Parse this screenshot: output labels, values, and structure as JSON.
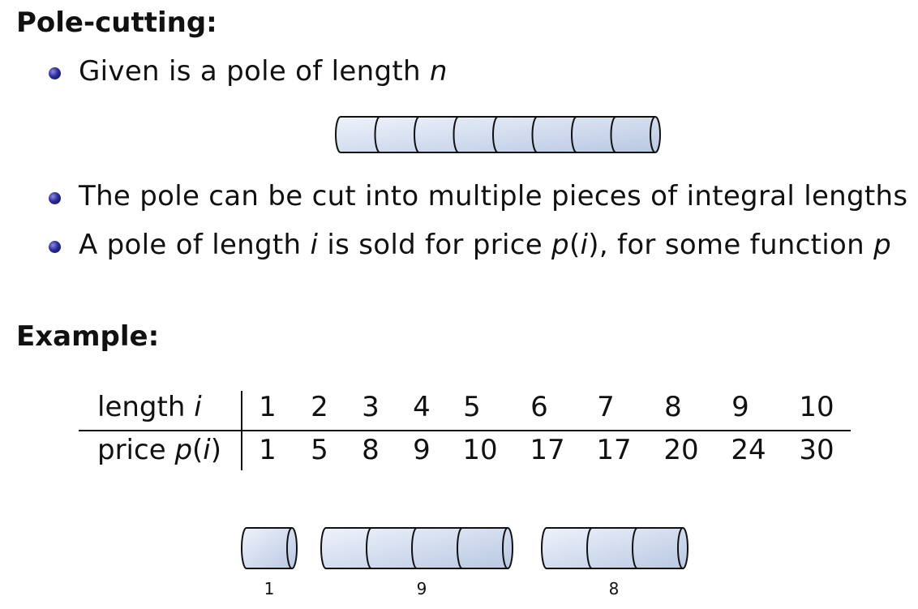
{
  "headings": {
    "pole_cutting": "Pole-cutting:",
    "example": "Example:"
  },
  "bullets": {
    "b1": {
      "text": "Given is a pole of length ",
      "var": "n"
    },
    "b2": {
      "text": "The pole can be cut into multiple pieces of integral lengths"
    },
    "b3": {
      "part1": "A pole of length ",
      "var_i": "i",
      "part2": " is sold for price ",
      "p": "p",
      "paren_open": "(",
      "paren_i": "i",
      "paren_close": ")",
      "part3": ", for some function ",
      "var_p": "p"
    }
  },
  "pole": {
    "segments": 8
  },
  "table": {
    "row1_label": "length ",
    "row1_var": "i",
    "row2_label": "price ",
    "row2_p": "p",
    "row2_paren_open": "(",
    "row2_i": "i",
    "row2_paren_close": ")",
    "lengths": [
      "1",
      "2",
      "3",
      "4",
      "5",
      "6",
      "7",
      "8",
      "9",
      "10"
    ],
    "prices": [
      "1",
      "5",
      "8",
      "9",
      "10",
      "17",
      "17",
      "20",
      "24",
      "30"
    ]
  },
  "cut_example": {
    "pieces": [
      {
        "segments": 1,
        "label": "1"
      },
      {
        "segments": 4,
        "label": "9"
      },
      {
        "segments": 3,
        "label": "8"
      }
    ]
  },
  "colors": {
    "bullet": "#2b2b9a",
    "pole_fill_light": "#eef3fb",
    "pole_fill_dark": "#b8c8e2"
  }
}
